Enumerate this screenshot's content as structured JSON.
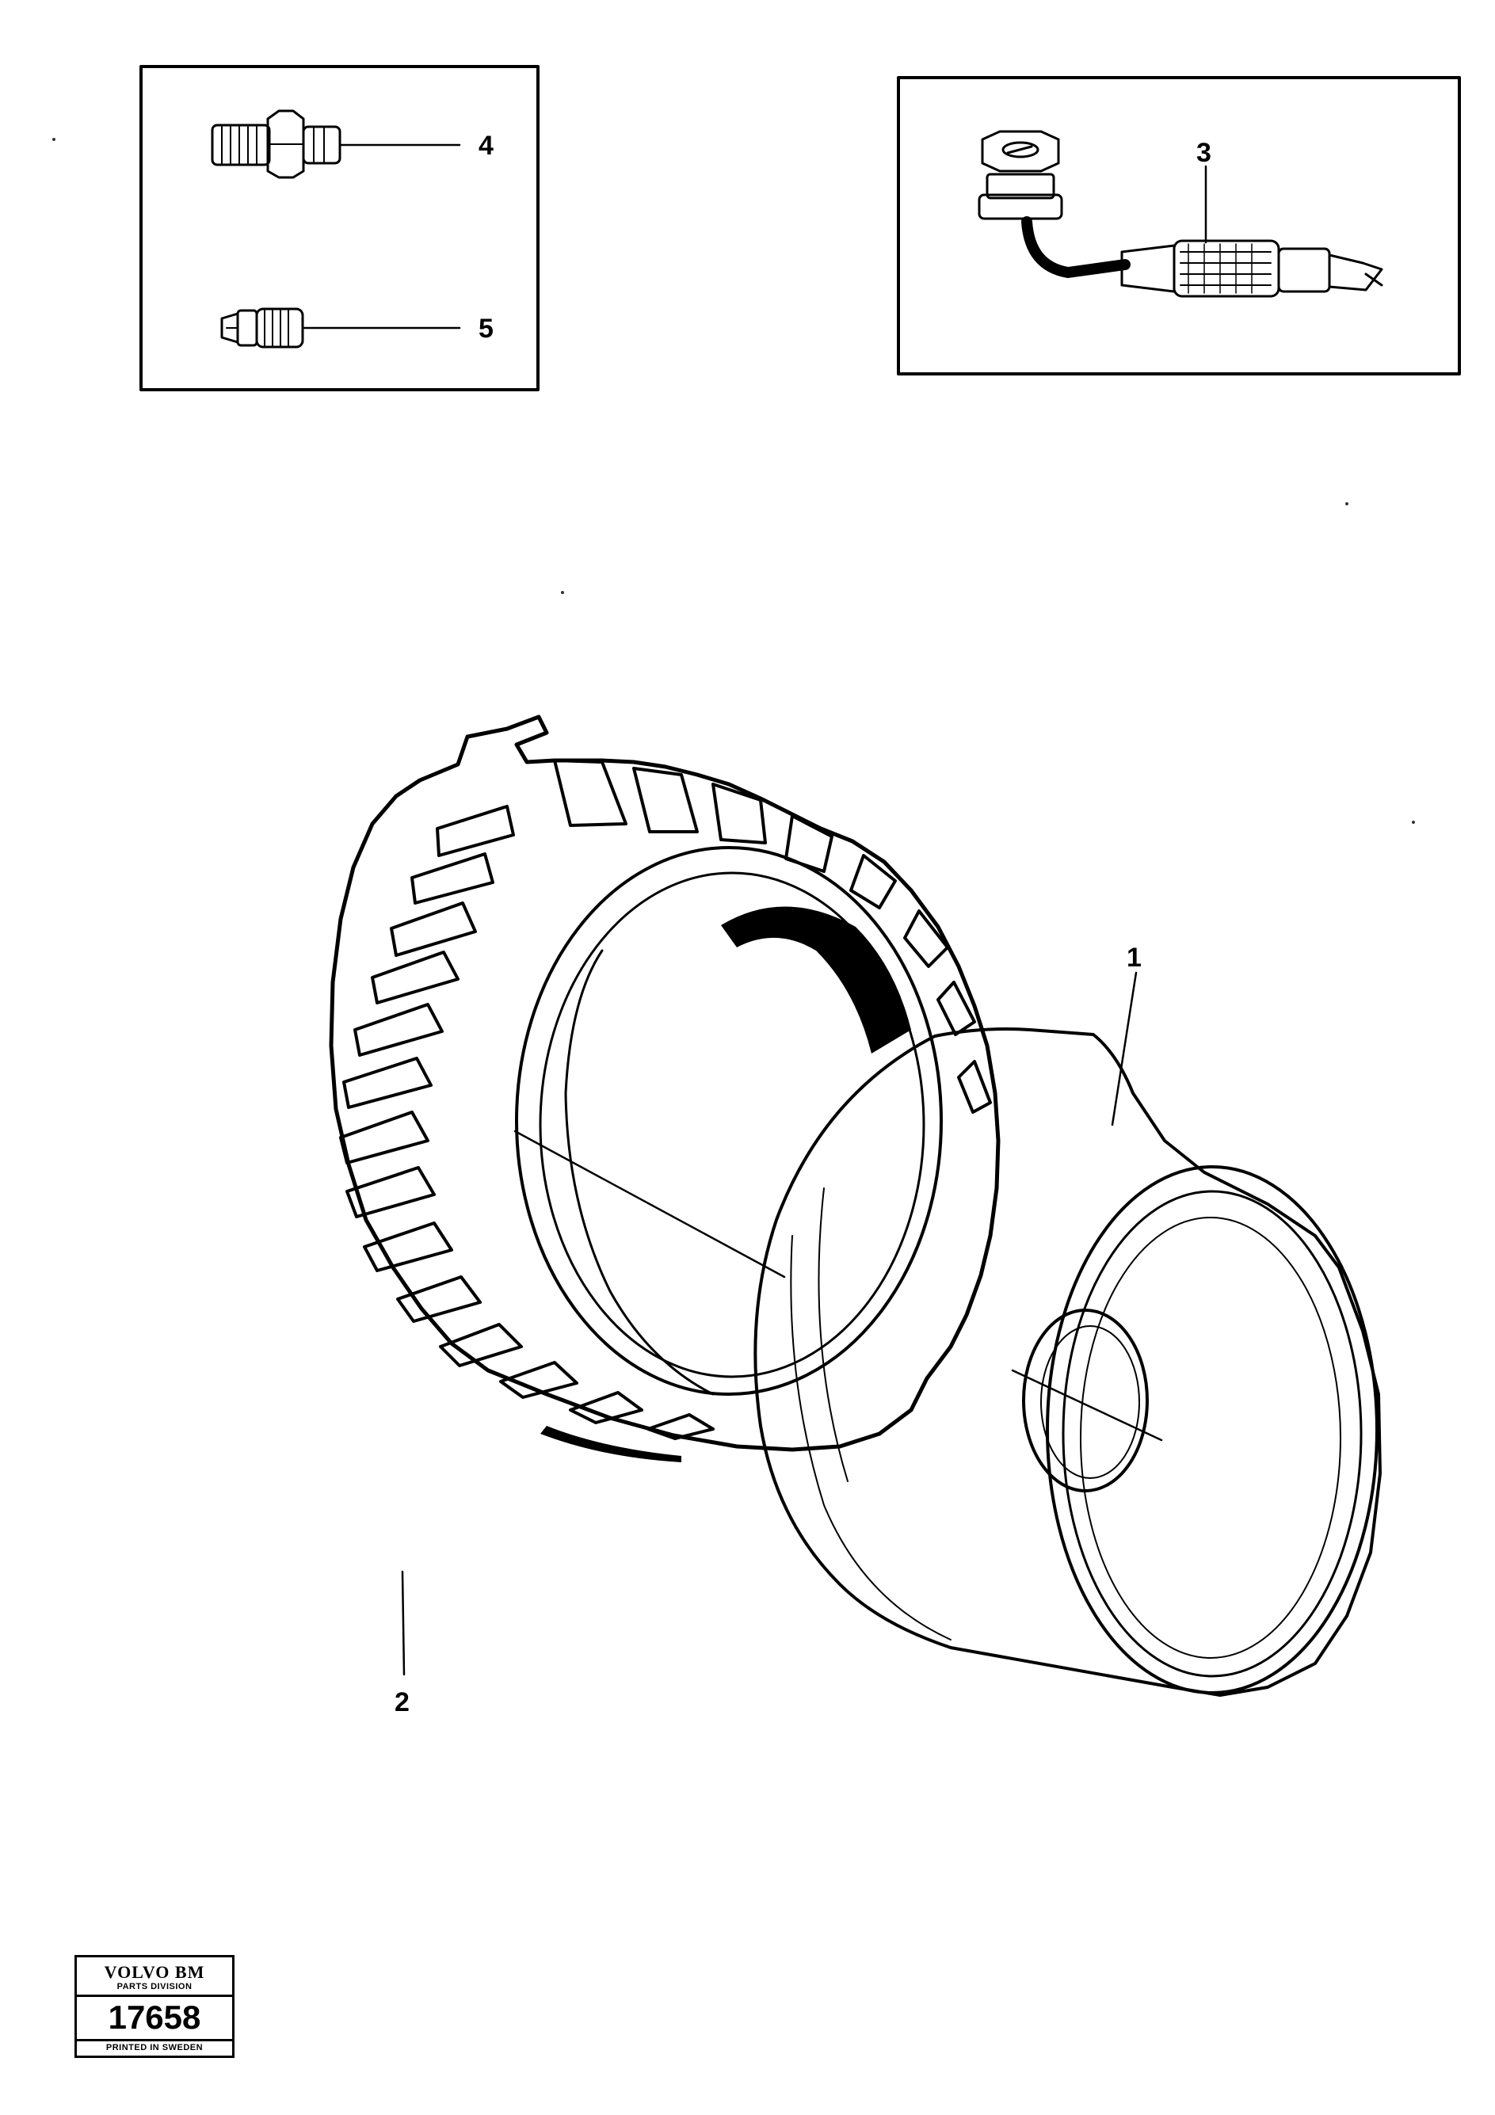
{
  "callouts": {
    "rim": "1",
    "tyre": "2",
    "valve_angled": "3",
    "valve_straight": "4",
    "valve_cap": "5"
  },
  "stamp": {
    "brand": "VOLVO BM",
    "division": "PARTS DIVISION",
    "drawing_number": "17658",
    "printed": "PRINTED IN SWEDEN"
  }
}
